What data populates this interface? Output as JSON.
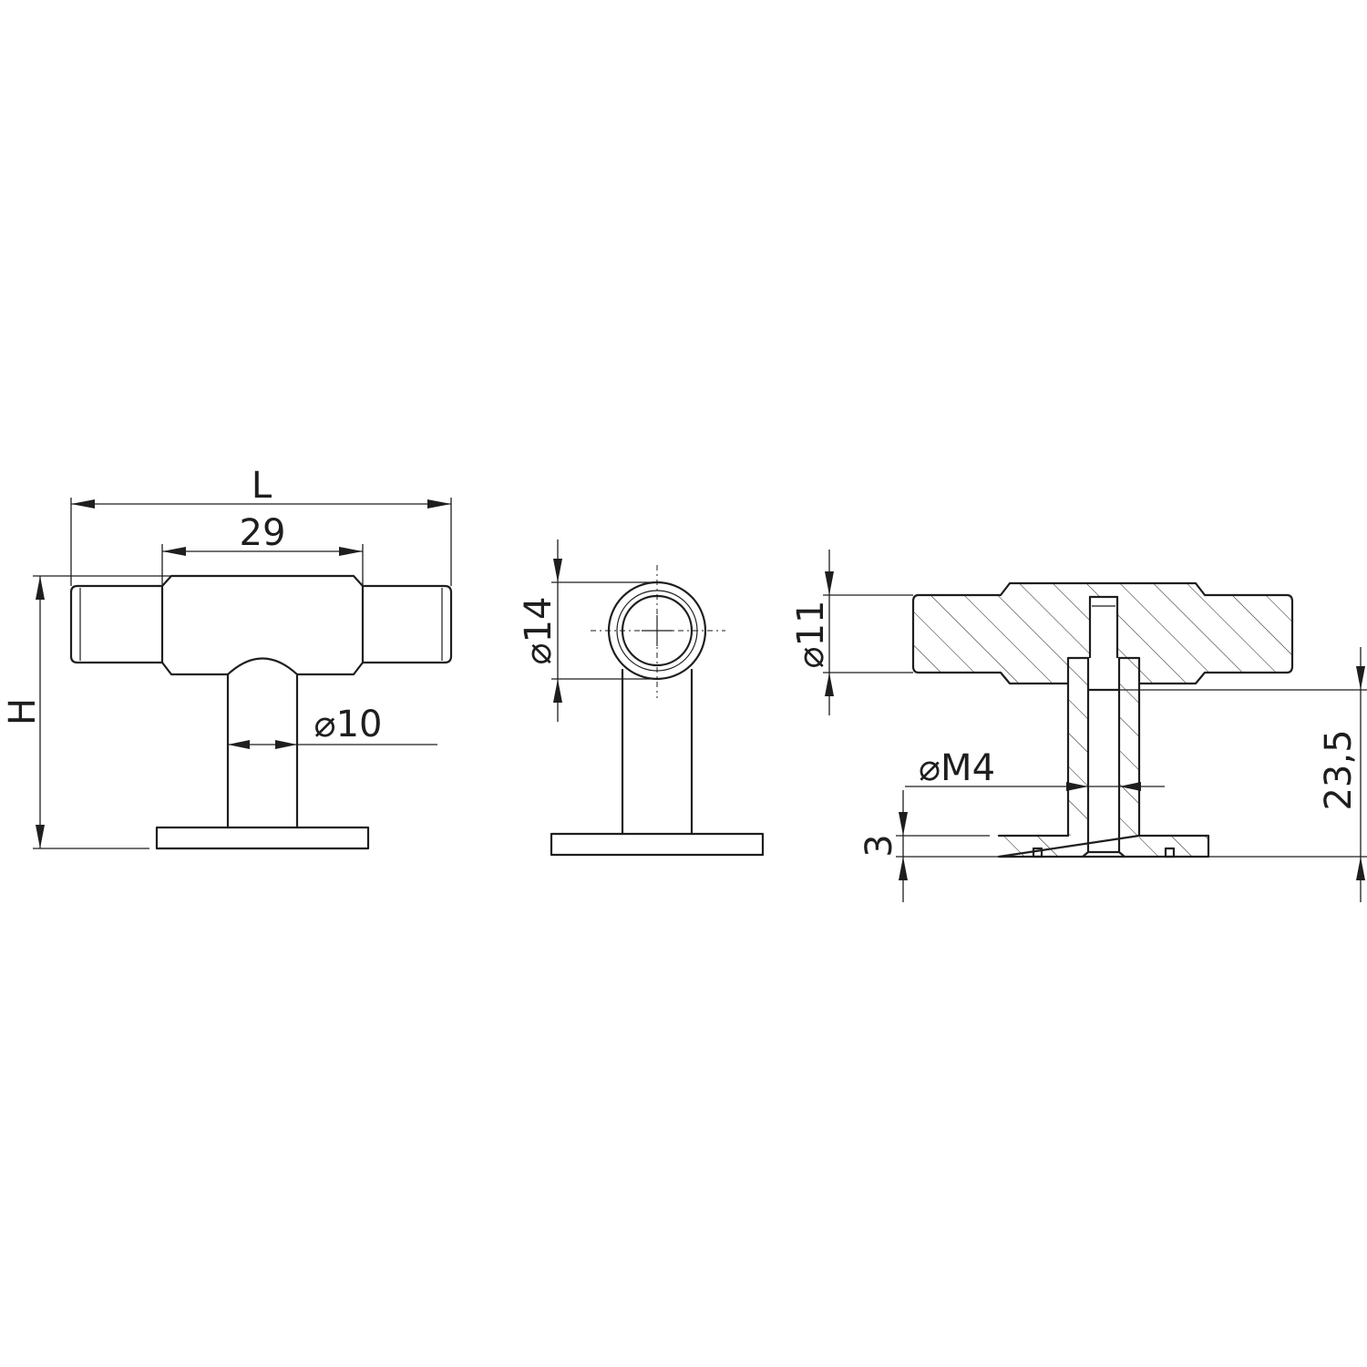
{
  "front_view": {
    "length_label": "L",
    "body_length_label": "29",
    "height_label": "H",
    "stem_diameter_label": "⌀10"
  },
  "side_view": {
    "bar_diameter_label": "⌀14"
  },
  "section_view": {
    "bar_diameter_label": "⌀11",
    "thread_label": "⌀M4",
    "stem_height_label": "23,5",
    "base_thickness_label": "3"
  },
  "colors": {
    "line": "#1e1e1e",
    "background": "#ffffff"
  }
}
